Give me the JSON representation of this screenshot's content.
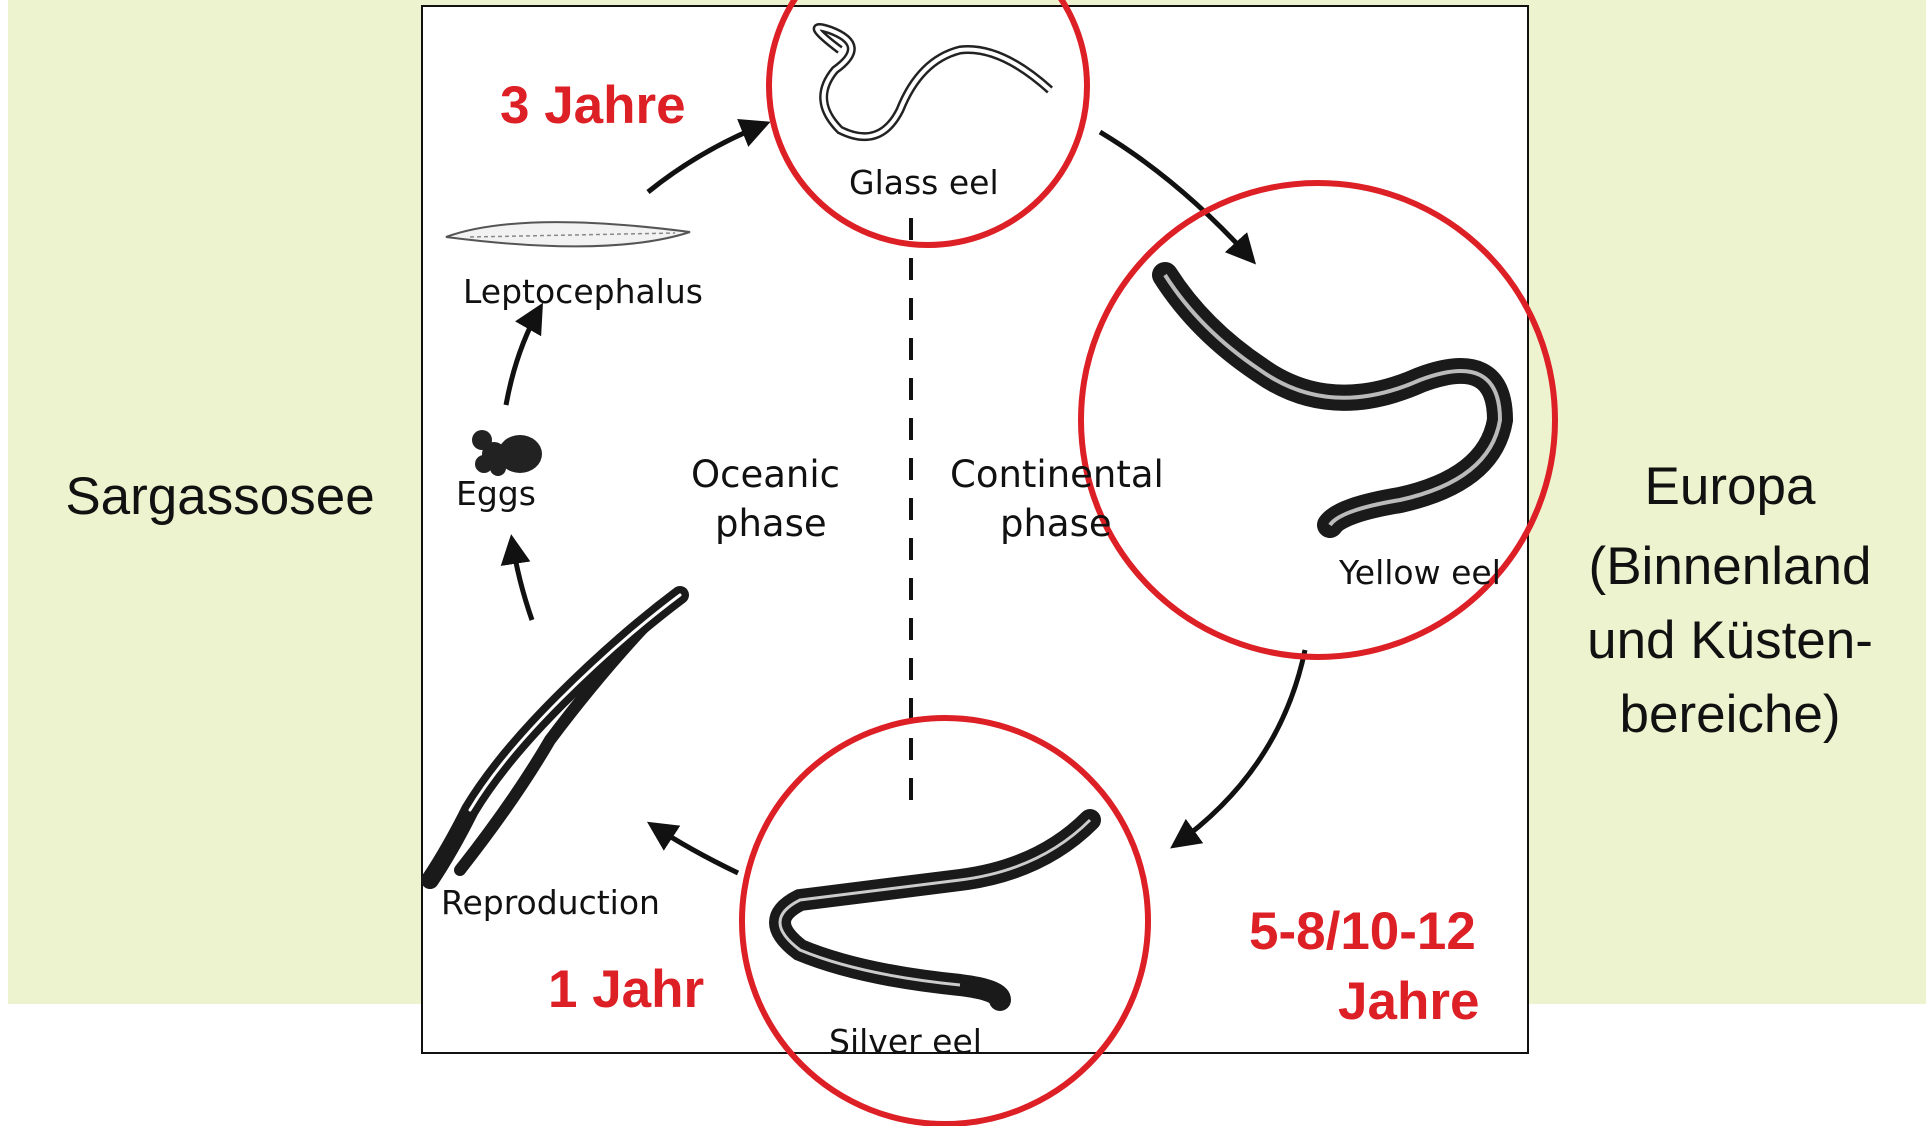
{
  "colors": {
    "band": "#eef3cf",
    "highlight_red": "#dd1f26",
    "ink": "#111111"
  },
  "regions": {
    "left": "Sargassosee",
    "right_title": "Europa",
    "right_sub": "(Binnenland\nund Küsten-\nbereiche)"
  },
  "stages": {
    "glass_eel": "Glass eel",
    "leptocephalus": "Leptocephalus",
    "eggs": "Eggs",
    "reproduction": "Reproduction",
    "silver_eel": "Silver eel",
    "yellow_eel": "Yellow eel"
  },
  "phases": {
    "oceanic_line1": "Oceanic",
    "oceanic_line2": "phase",
    "continental_line1": "Continental",
    "continental_line2": "phase"
  },
  "durations": {
    "to_glass": "3 Jahre",
    "to_reproduction": "1 Jahr",
    "continental_line1": "5-8/10-12",
    "continental_line2": "Jahre"
  }
}
